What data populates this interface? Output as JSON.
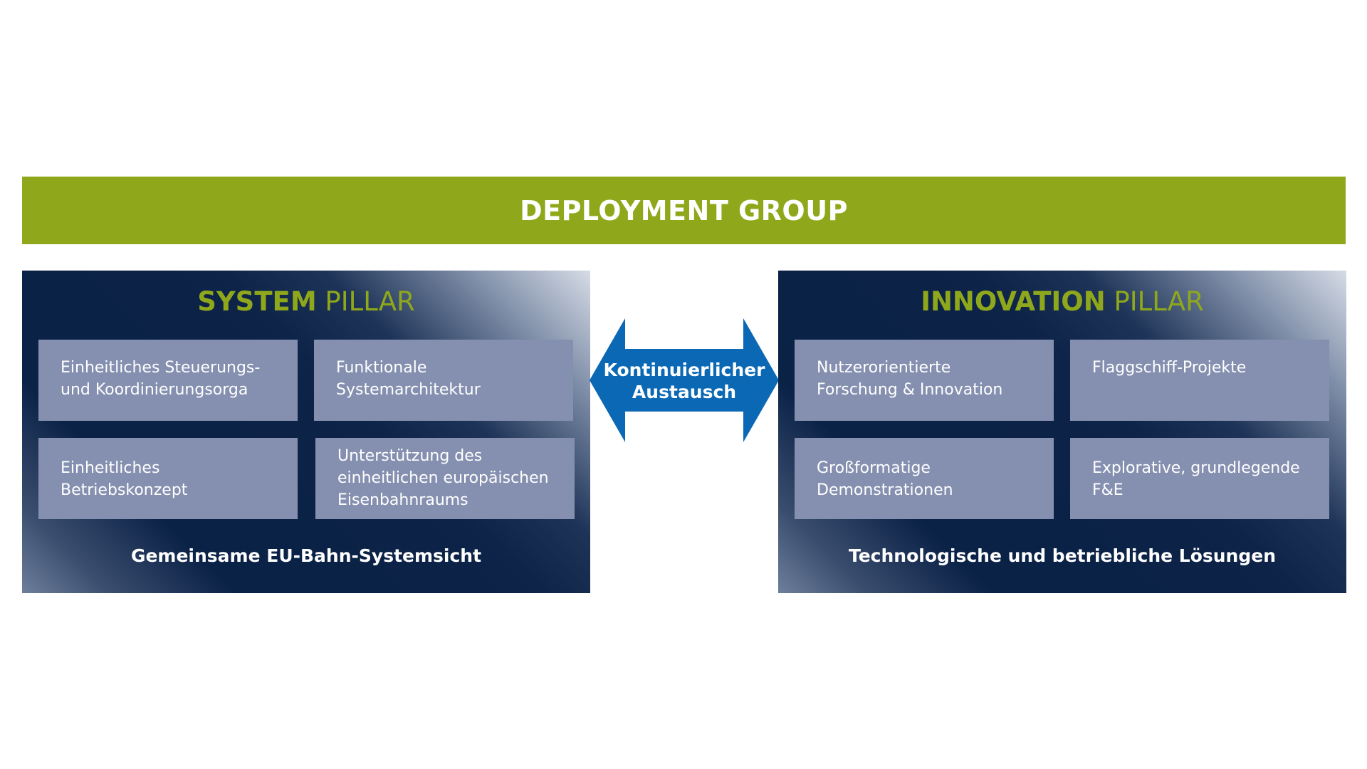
{
  "deployment_group": {
    "label": "DEPLOYMENT GROUP",
    "color": "#8fa81b"
  },
  "exchange": {
    "line1": "Kontinuierlicher",
    "line2": "Austausch",
    "color": "#0a68b4"
  },
  "system_pillar": {
    "title_strong": "SYSTEM",
    "title_light": "PILLAR",
    "tiles": [
      "Einheitliches Steuerungs-\nund Koordinierungsorga",
      "Funktionale\nSystemarchitektur",
      "Einheitliches\nBetriebskonzept",
      "Unterstützung des\neinheitlichen europäischen\nEisenbahnraums"
    ],
    "footer": "Gemeinsame EU-Bahn-Systemsicht"
  },
  "innovation_pillar": {
    "title_strong": "INNOVATION",
    "title_light": "PILLAR",
    "tiles": [
      "Nutzerorientierte\nForschung & Innovation",
      "Flaggschiff-Projekte",
      "Großformatige\nDemonstrationen",
      "Explorative, grundlegende\nF&E"
    ],
    "footer": "Technologische und betriebliche Lösungen"
  },
  "colors": {
    "navy": "#0b2247",
    "tile": "#8590b0",
    "accent_green": "#8fa81b"
  }
}
